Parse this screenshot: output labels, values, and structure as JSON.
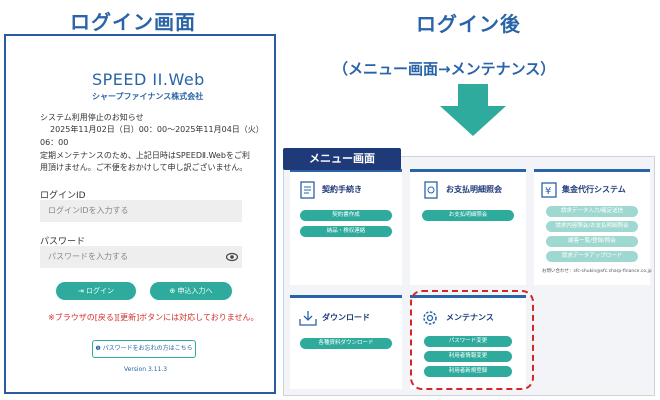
{
  "headings": {
    "left": "ログイン画面",
    "right": "ログイン後",
    "right_sub": "（メニュー画面→メンテナンス）"
  },
  "login": {
    "logo": "SPEED II.Web",
    "company": "シャープファイナンス株式会社",
    "notice_title": "システム利用停止のお知らせ",
    "notice_date": "2025年11月02日（日）00：00～2025年11月04日（火）",
    "notice_time": "06：00",
    "notice_body": "定期メンテナンスのため、上記日時はSPEEDⅡ.Webをご利用頂けません。ご不便をおかけして申し訳ございません。",
    "id_label": "ログインID",
    "id_placeholder": "ログインIDを入力する",
    "password_label": "パスワード",
    "password_placeholder": "パスワードを入力する",
    "login_button": "ログイン",
    "apply_button": "申込入力へ",
    "warning": "※ブラウザの[戻る][更新]ボタンには対応しておりません。",
    "forgot_button": "パスワードをお忘れの方はこちら",
    "version": "Version 3.11.3"
  },
  "menu": {
    "badge": "メニュー画面",
    "contract": {
      "title": "契約手続き",
      "buttons": [
        "契約書作成",
        "納品・検収連絡"
      ]
    },
    "payment": {
      "title": "お支払明細照会",
      "buttons": [
        "お支払明細照会"
      ]
    },
    "collection": {
      "title": "集金代行システム",
      "buttons": [
        "請求データ入力/確定送信",
        "請求内容照会/お支払明細照会",
        "顧客一覧/登録/照会",
        "請求データアップロード"
      ],
      "note": "お問い合わせ：sfc-shukin@sfc.sharp-finance.co.jp"
    },
    "download": {
      "title": "ダウンロード",
      "buttons": [
        "各種資料ダウンロード"
      ]
    },
    "maintenance": {
      "title": "メンテナンス",
      "buttons": [
        "パスワード変更",
        "利用者情報変更",
        "利用者新規登録"
      ]
    }
  },
  "colors": {
    "heading": "#2a64a8",
    "teal": "#2eab9c",
    "navy": "#1f3a78",
    "red": "#d2302a"
  }
}
